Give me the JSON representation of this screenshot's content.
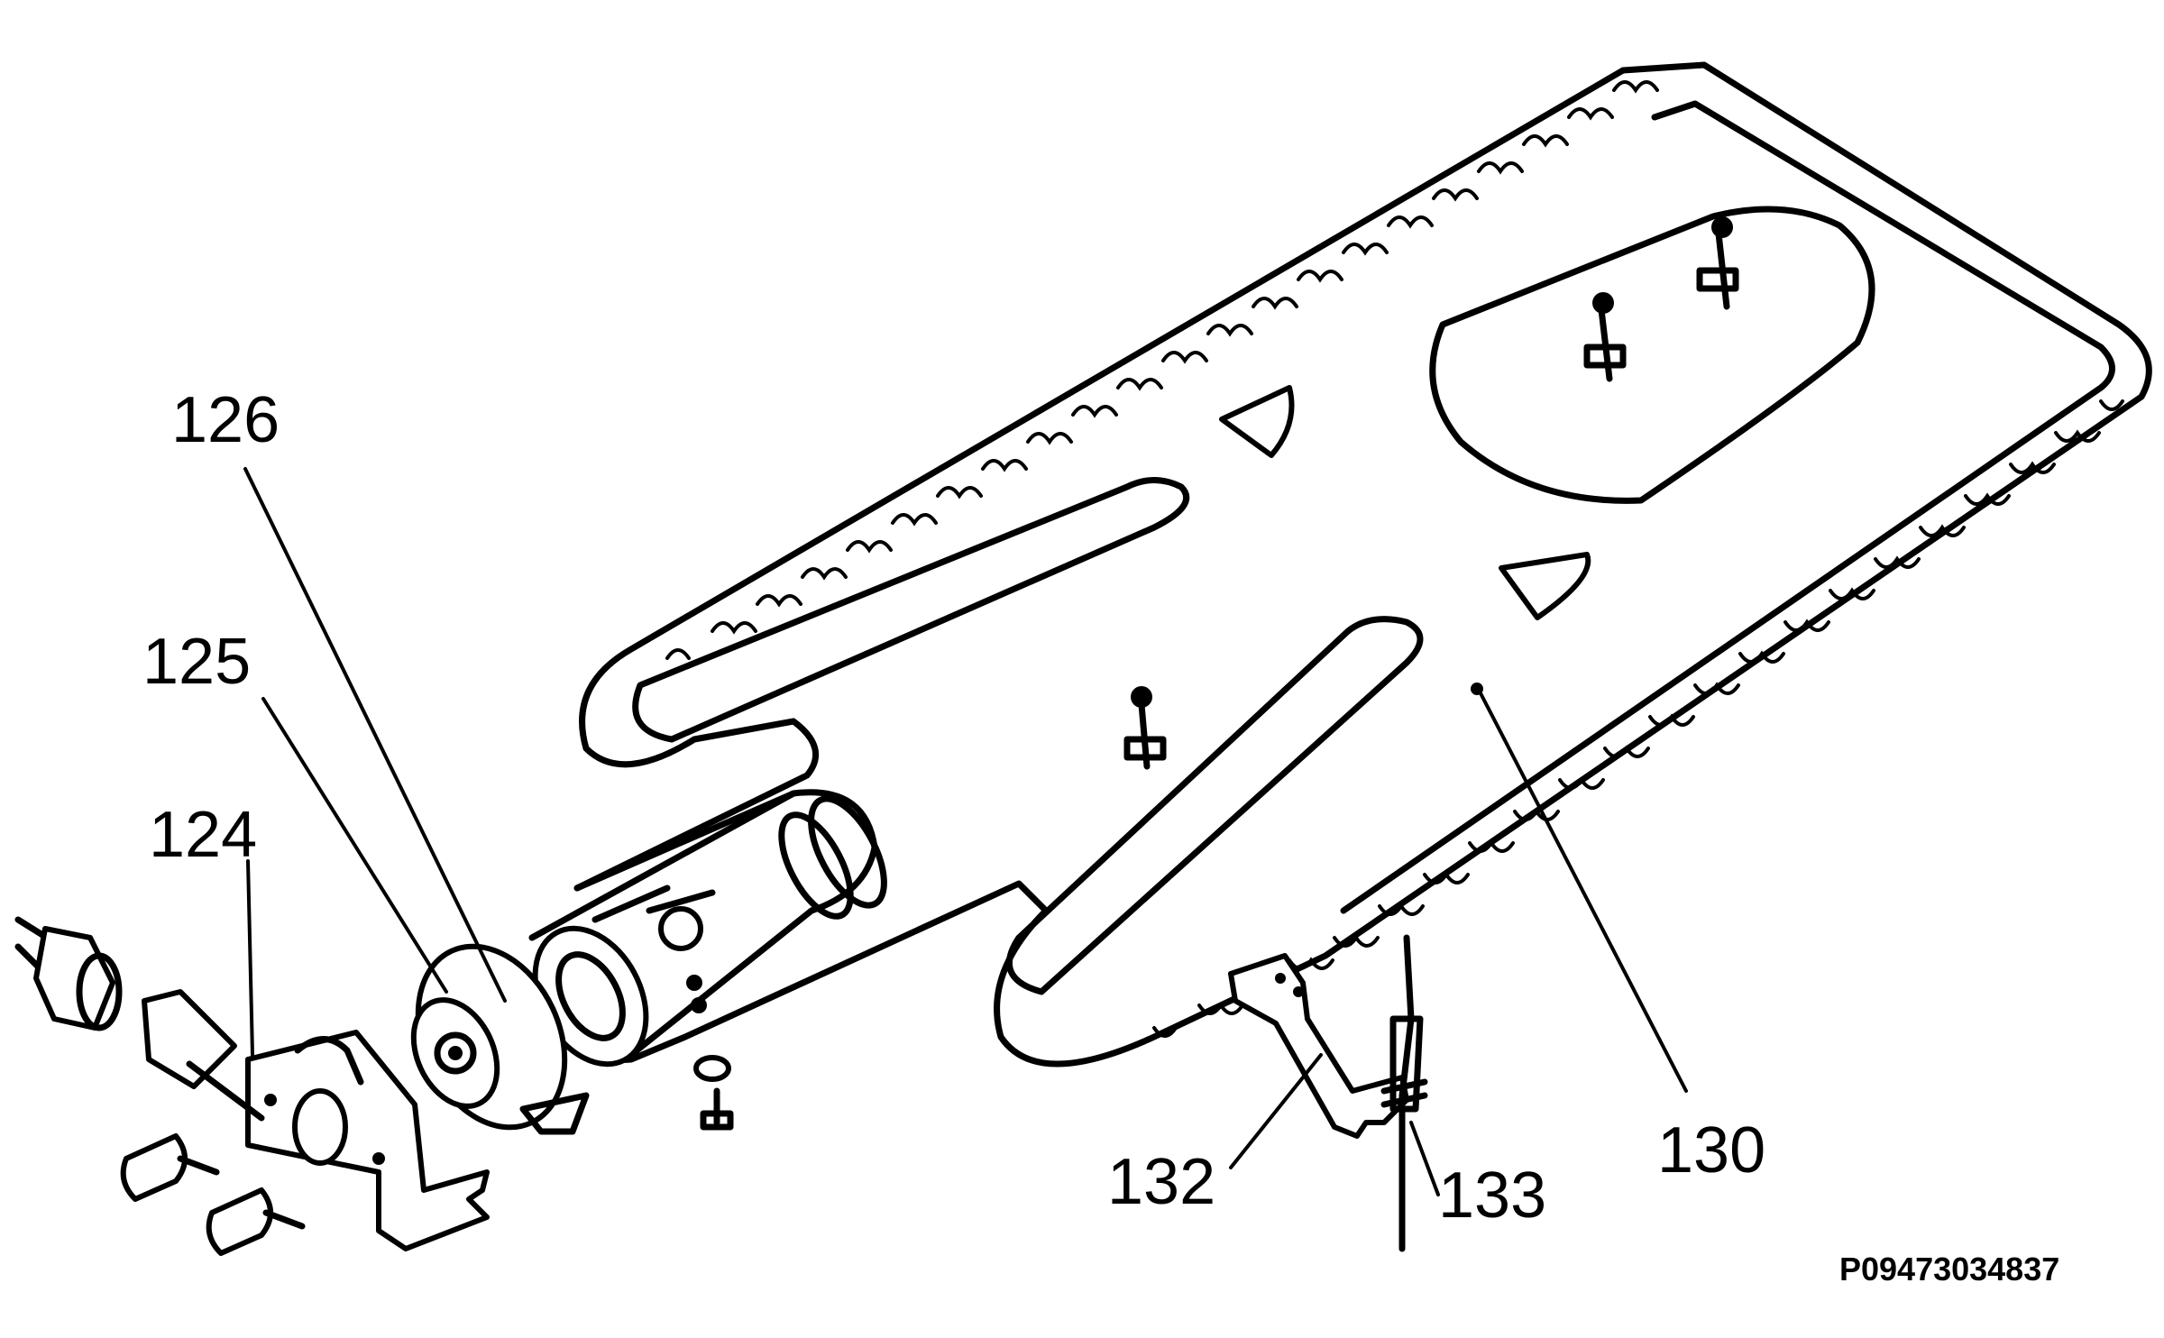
{
  "labels": {
    "p124": "124",
    "p125": "125",
    "p126": "126",
    "p130": "130",
    "p132": "132",
    "p133": "133"
  },
  "drawing_code": "P09473034837"
}
